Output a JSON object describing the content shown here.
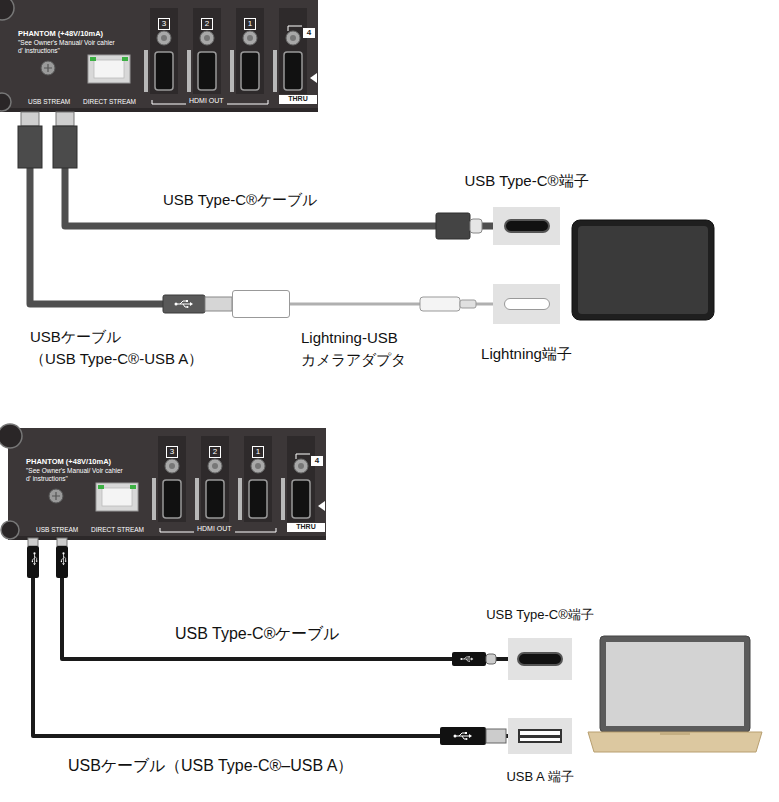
{
  "diagram": {
    "nodes": [
      {
        "text": [
          "PHANTOM (+48V/10mA)",
          "\"See Owner's Manual/ Voir cahier d' instructions\"",
          "3",
          "2",
          "1",
          "4",
          "USB STREAM",
          "DIRECT STREAM",
          "HDMI OUT",
          "THRU"
        ]
      },
      {
        "text": [
          "Lightning-USB カメラアダプタ"
        ]
      },
      {
        "text": [
          "USB Type-C®端子"
        ]
      },
      {
        "text": [
          "Lightning端子"
        ]
      },
      {
        "text": [
          "PHANTOM (+48V/10mA)",
          "\"See Owner's Manual/ Voir cahier d' instructions\"",
          "3",
          "2",
          "1",
          "4",
          "USB STREAM",
          "DIRECT STREAM",
          "HDMI OUT",
          "THRU"
        ]
      },
      {
        "text": [
          "USB Type-C®端子"
        ]
      },
      {
        "text": [
          "USB A 端子"
        ]
      }
    ],
    "edges": [
      {
        "from": 0,
        "to": 2,
        "arrow": "none",
        "label": "USB Type-C®ケーブル"
      },
      {
        "from": 0,
        "to": 1,
        "arrow": "none",
        "label": "USBケーブル （USB Type-C®-USB A）"
      },
      {
        "from": 1,
        "to": 3,
        "arrow": "none"
      },
      {
        "from": 4,
        "to": 5,
        "arrow": "none",
        "label": "USB Type-C®ケーブル"
      },
      {
        "from": 4,
        "to": 6,
        "arrow": "none",
        "label": "USBケーブル（USB Type-C®–USB A）"
      }
    ]
  }
}
